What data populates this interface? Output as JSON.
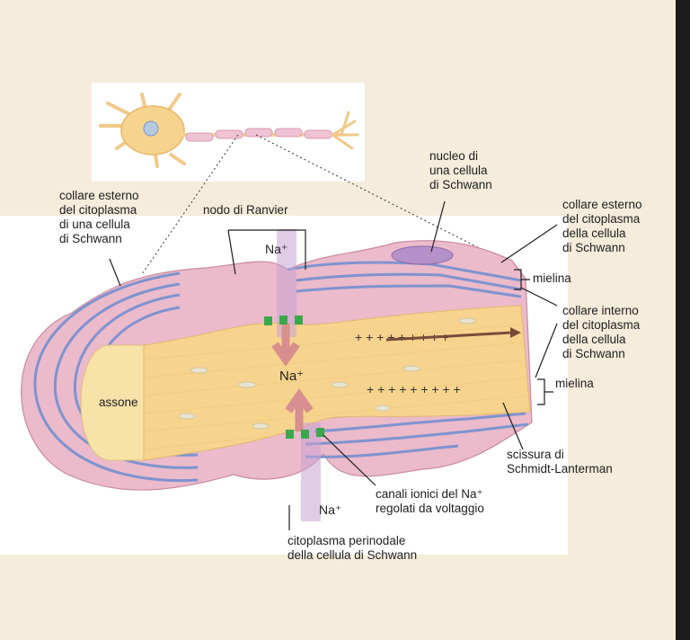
{
  "labels": {
    "outer_collar_left": "collare esterno\ndel citoplasma\ndi una cellula\ndi Schwann",
    "node_ranvier": "nodo di Ranvier",
    "nucleus": "nucleo di\nuna cellula\ndi Schwann",
    "outer_collar_right": "collare esterno\ndel citoplasma\ndella cellula\ndi Schwann",
    "myelin_top": "mielina",
    "inner_collar": "collare interno\ndel citoplasma\ndella cellula\ndi Schwann",
    "myelin_bottom": "mielina",
    "axon": "assone",
    "incisure": "scissura di\nSchmidt-Lanterman",
    "ion_channels": "canali ionici del Na⁺\nregolati da voltaggio",
    "perinodal": "citoplasma perinodale\ndella cellula di Schwann",
    "na_top": "Na⁺",
    "na_center": "Na⁺",
    "na_bottom": "Na⁺"
  },
  "colors": {
    "background": "#f5ecdb",
    "panel": "#ffffff",
    "myelin_pink": "#e9b3c6",
    "myelin_blue": "#7f93cf",
    "axon": "#f6d48e",
    "channels": "#3aa84a",
    "arrow": "#7a4b3a"
  }
}
